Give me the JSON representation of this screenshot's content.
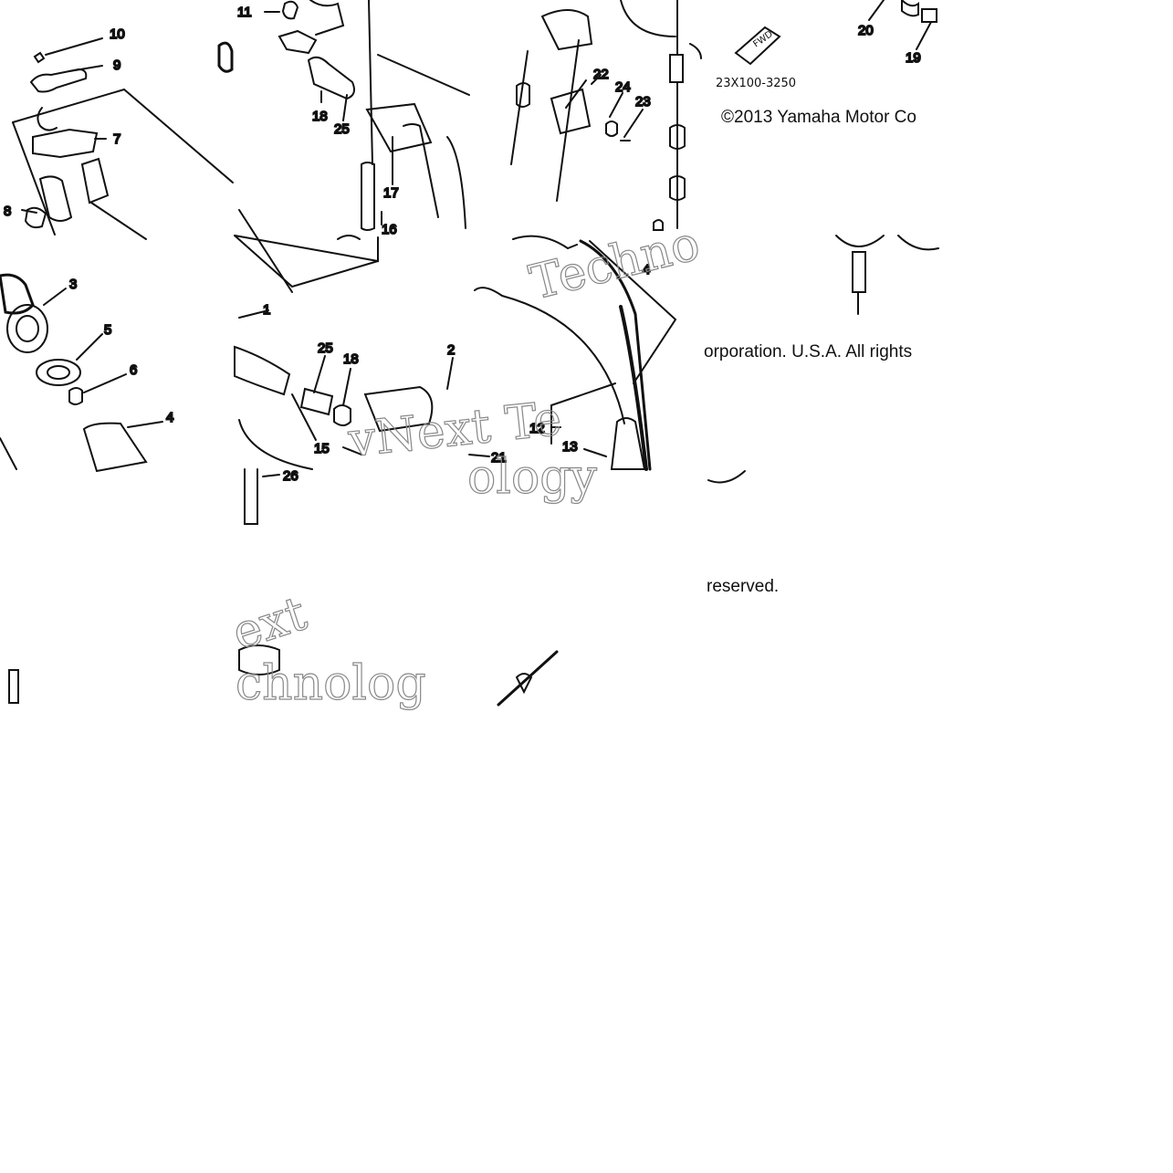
{
  "diagram": {
    "callouts": [
      "10",
      "9",
      "7",
      "8",
      "3",
      "5",
      "6",
      "4",
      "11",
      "18",
      "25",
      "17",
      "16",
      "1",
      "2",
      "15",
      "21",
      "26",
      "22",
      "24",
      "23",
      "12",
      "13",
      "20",
      "19"
    ],
    "fwd_label": "FWD",
    "part_number": "23X100-3250",
    "copyright_line1": "©2013 Yamaha Motor Co",
    "copyright_line2": "orporation. U.S.A. All rights",
    "copyright_line3": "reserved.",
    "watermark_lines": [
      "Techno",
      "vNext Te",
      "ology",
      "ext",
      "chnolog"
    ]
  }
}
